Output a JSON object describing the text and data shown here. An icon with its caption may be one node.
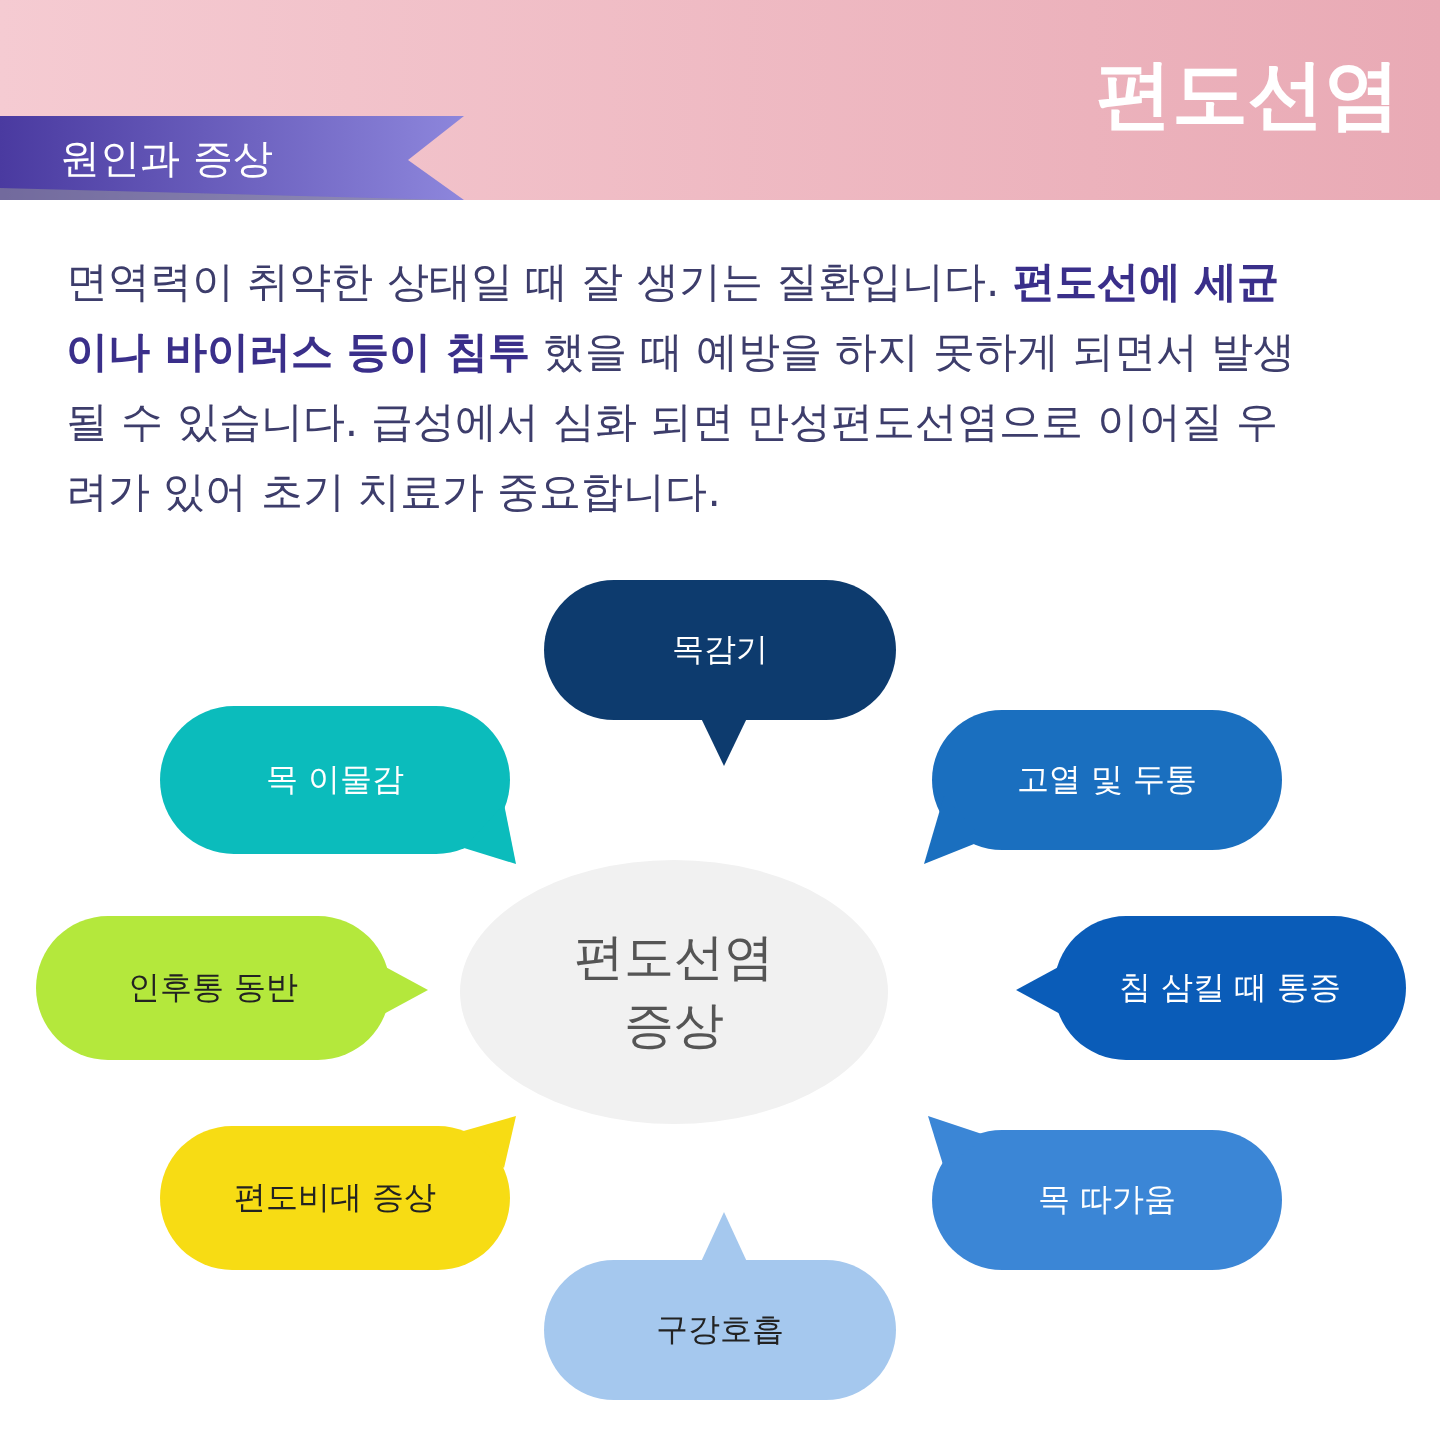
{
  "diagram": {
    "title": "편도선염",
    "nodes": [
      {
        "text": [
          "원인과 증상"
        ]
      },
      {
        "text": [
          "목감기"
        ]
      },
      {
        "text": [
          "목 이물감"
        ]
      },
      {
        "text": [
          "고열 및 두통"
        ]
      },
      {
        "text": [
          "인후통 동반"
        ]
      },
      {
        "text": [
          "편도선염 증상"
        ]
      },
      {
        "text": [
          "침 삼킬 때 통증"
        ]
      },
      {
        "text": [
          "편도비대 증상"
        ]
      },
      {
        "text": [
          "목 따가움"
        ]
      },
      {
        "text": [
          "구강호흡"
        ]
      }
    ],
    "edges": [],
    "labels": [
      "면역력이 취약한 상태일 때 잘 생기는 질환입니다. **편도선에 세균이나 바이러스 등이 침투** 했을 때 예방을 하지 못하게 되면서 발생 될 수 있습니다. 급성에서 심화 되면 만성편도선염으로 이어질 우려가 있어 초기 치료가 중요합니다."
    ]
  }
}
